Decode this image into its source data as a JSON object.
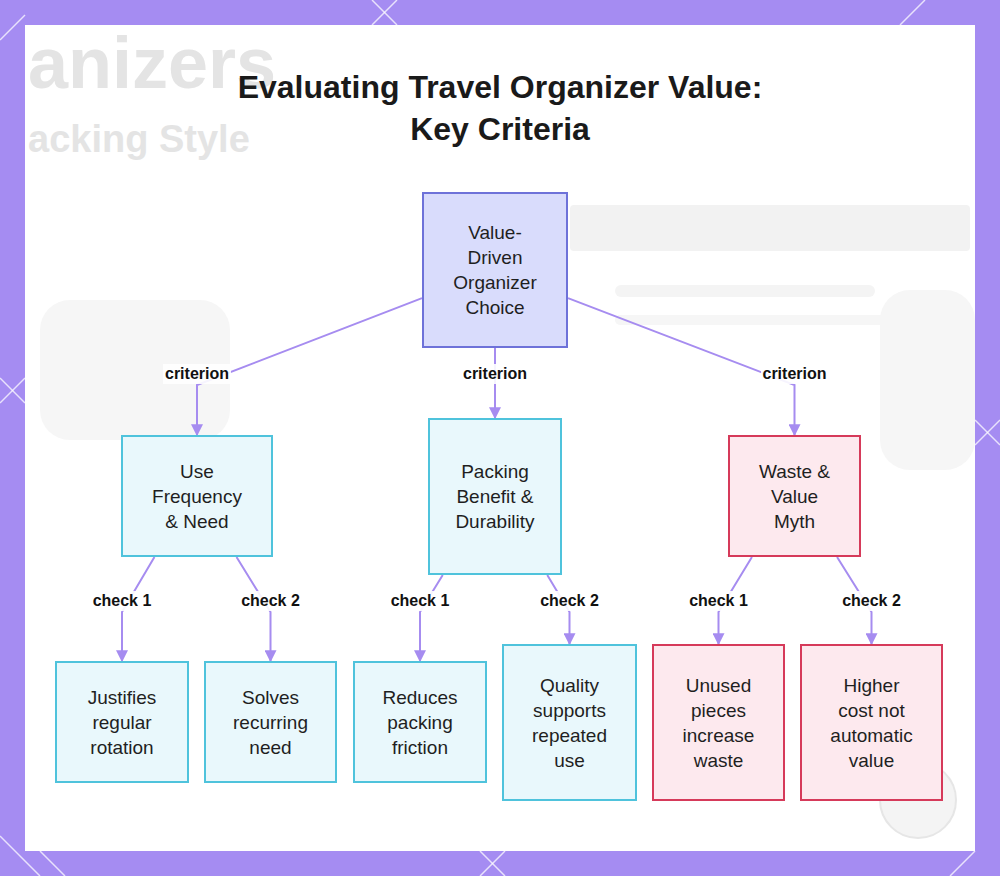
{
  "diagram": {
    "title": "Evaluating Travel Organizer Value: Key Criteria",
    "nodes": [
      {
        "text": [
          "Value-Driven Organizer Choice"
        ]
      },
      {
        "text": [
          "Use Frequency & Need"
        ]
      },
      {
        "text": [
          "Packing Benefit & Durability"
        ]
      },
      {
        "text": [
          "Waste & Value Myth"
        ]
      },
      {
        "text": [
          "Justifies regular rotation"
        ]
      },
      {
        "text": [
          "Solves recurring need"
        ]
      },
      {
        "text": [
          "Reduces packing friction"
        ]
      },
      {
        "text": [
          "Quality supports repeated use"
        ]
      },
      {
        "text": [
          "Unused pieces increase waste"
        ]
      },
      {
        "text": [
          "Higher cost not automatic value"
        ]
      }
    ],
    "edges": [
      {
        "from": 0,
        "to": 1,
        "label": "criterion",
        "arrow": "to"
      },
      {
        "from": 0,
        "to": 2,
        "label": "criterion",
        "arrow": "to"
      },
      {
        "from": 0,
        "to": 3,
        "label": "criterion",
        "arrow": "to"
      },
      {
        "from": 1,
        "to": 4,
        "label": "check 1",
        "arrow": "to"
      },
      {
        "from": 1,
        "to": 5,
        "label": "check 2",
        "arrow": "to"
      },
      {
        "from": 2,
        "to": 6,
        "label": "check 1",
        "arrow": "to"
      },
      {
        "from": 2,
        "to": 7,
        "label": "check 2",
        "arrow": "to"
      },
      {
        "from": 3,
        "to": 8,
        "label": "check 1",
        "arrow": "to"
      },
      {
        "from": 3,
        "to": 9,
        "label": "check 2",
        "arrow": "to"
      }
    ],
    "labels": [
      "anizers",
      "acking Style"
    ]
  }
}
